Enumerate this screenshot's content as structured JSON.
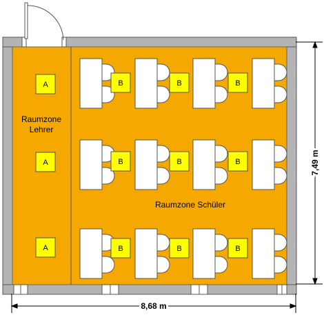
{
  "zones": {
    "teacher_line1": "Raumzone",
    "teacher_line2": "Lehrer",
    "students": "Raumzone Schüler"
  },
  "dimensions": {
    "width": "8,68 m",
    "depth": "7,49 m"
  },
  "markers": {
    "teacher": "A",
    "student": "B"
  },
  "colors": {
    "floor": "#f5a800",
    "wall": "#b4b4b4",
    "marker_fill": "#ffff00",
    "furniture": "#ffffff"
  }
}
